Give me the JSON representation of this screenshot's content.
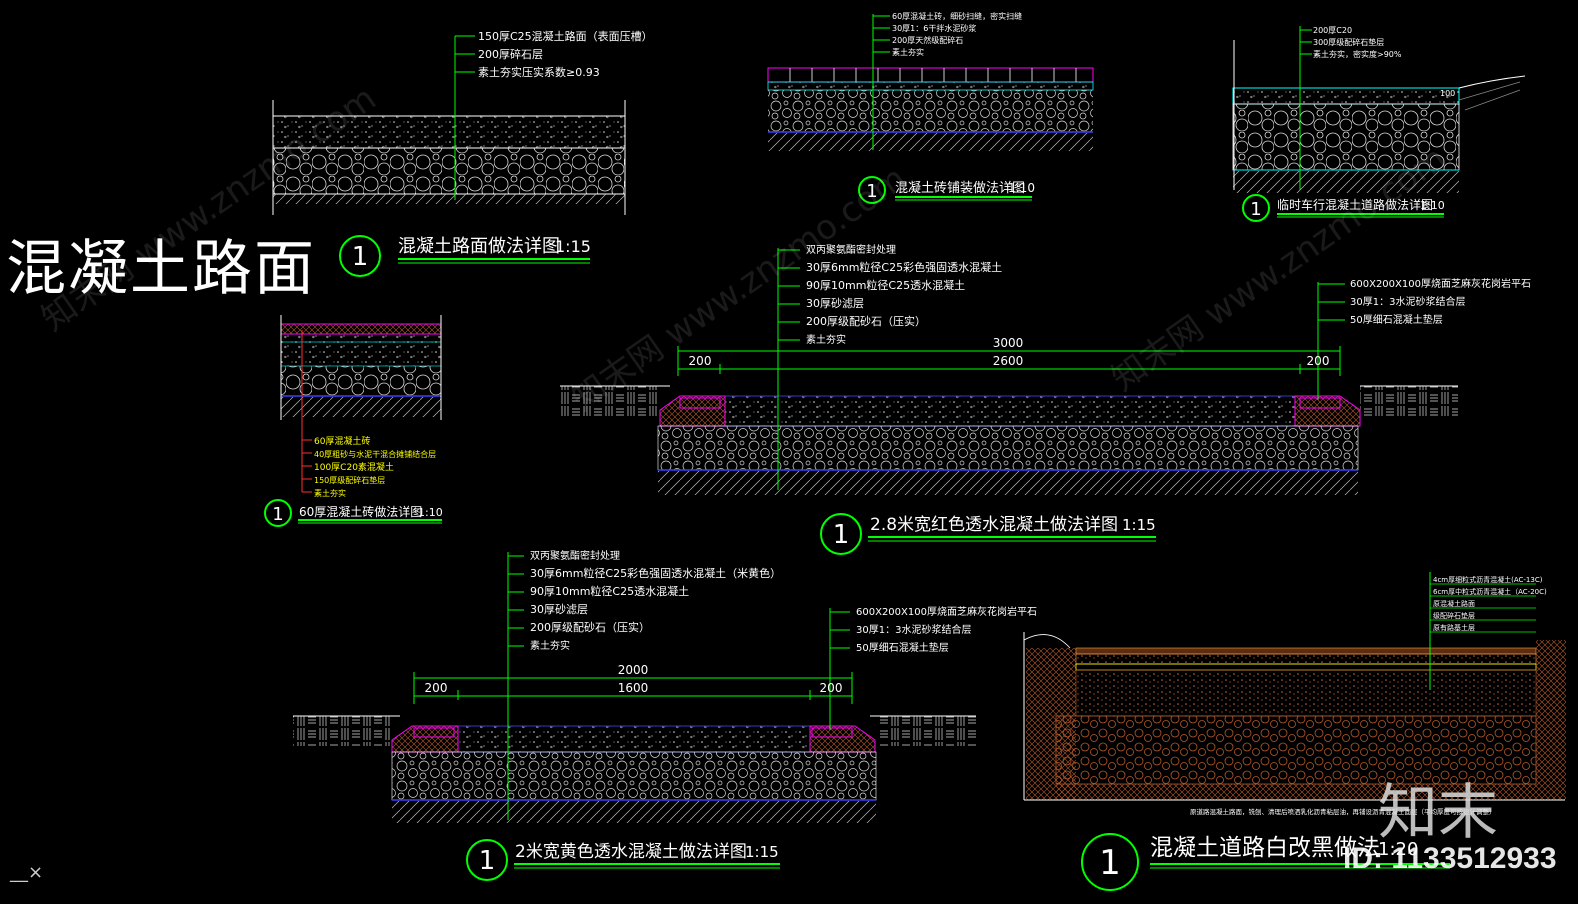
{
  "big_title": "混凝土路面",
  "watermark": {
    "logo": "知末",
    "id": "ID: 1133512933",
    "site": "知末网 www.znzmo.com"
  },
  "corner_mark": "__×",
  "colors": {
    "bg": "#000000",
    "line": "#ffffff",
    "green": "#00ff00",
    "magenta": "#ff00ff",
    "blue": "#0000ff",
    "cyan": "#00ffff",
    "red": "#ff3030",
    "yellow": "#ffff00",
    "brown": "#b35a2a",
    "title_num": "#00ff00"
  },
  "details": {
    "d1": {
      "num": "1",
      "title": "混凝土路面做法详图",
      "scale": "1:15",
      "layers": [
        "150厚C25混凝土路面（表面压槽）",
        "200厚碎石层",
        "素土夯实压实系数≥0.93"
      ]
    },
    "d2": {
      "num": "1",
      "title": "混凝土砖铺装做法详图",
      "scale": "1:10",
      "layers": [
        "60厚混凝土砖，细砂扫缝，密实扫缝",
        "30厚1：6干拌水泥砂浆",
        "200厚天然级配碎石",
        "素土夯实"
      ]
    },
    "d3": {
      "num": "1",
      "title": "临时车行混凝土道路做法详图",
      "scale": "1:10",
      "layers": [
        "200厚C20",
        "300厚级配碎石垫层",
        "素土夯实，密实度>90%"
      ],
      "dim": "100"
    },
    "d4": {
      "num": "1",
      "title": "60厚混凝土砖做法详图",
      "scale": "1:10",
      "layers": [
        "60厚混凝土砖",
        "40厚粗砂与水泥干混合摊铺结合层",
        "100厚C20素混凝土",
        "150厚级配碎石垫层",
        "素土夯实"
      ]
    },
    "d5": {
      "num": "1",
      "title": "2.8米宽红色透水混凝土做法详图",
      "scale": "1:15",
      "layers": [
        "双丙聚氨酯密封处理",
        "30厚6mm粒径C25彩色强固透水混凝土",
        "90厚10mm粒径C25透水混凝土",
        "30厚砂滤层",
        "200厚级配砂石（压实）",
        "素土夯实"
      ],
      "curb": [
        "600X200X100厚烧面芝麻灰花岗岩平石",
        "30厚1：3水泥砂浆结合层",
        "50厚细石混凝土垫层"
      ],
      "dims": {
        "total": "3000",
        "left": "200",
        "mid": "2600",
        "right": "200"
      }
    },
    "d6": {
      "num": "1",
      "title": "2米宽黄色透水混凝土做法详图",
      "scale": "1:15",
      "layers": [
        "双丙聚氨酯密封处理",
        "30厚6mm粒径C25彩色强固透水混凝土（米黄色）",
        "90厚10mm粒径C25透水混凝土",
        "30厚砂滤层",
        "200厚级配砂石（压实）",
        "素土夯实"
      ],
      "curb": [
        "600X200X100厚烧面芝麻灰花岗岩平石",
        "30厚1：3水泥砂浆结合层",
        "50厚细石混凝土垫层"
      ],
      "dims": {
        "total": "2000",
        "left": "200",
        "mid": "1600",
        "right": "200"
      }
    },
    "d7": {
      "num": "1",
      "title": "混凝土道路白改黑做法",
      "scale": "1:20",
      "layers": [
        "4cm厚细粒式沥青混凝土(AC-13C)",
        "6cm厚中粒式沥青混凝土（AC-20C)",
        "原混凝土路面",
        "级配碎石垫层",
        "原有路基土层"
      ],
      "note": "原道路混凝土路面，铣刨、清理后喷洒乳化沥青粘层油，再铺设沥青混凝土面层（平均厚度可按设计调整）"
    }
  }
}
